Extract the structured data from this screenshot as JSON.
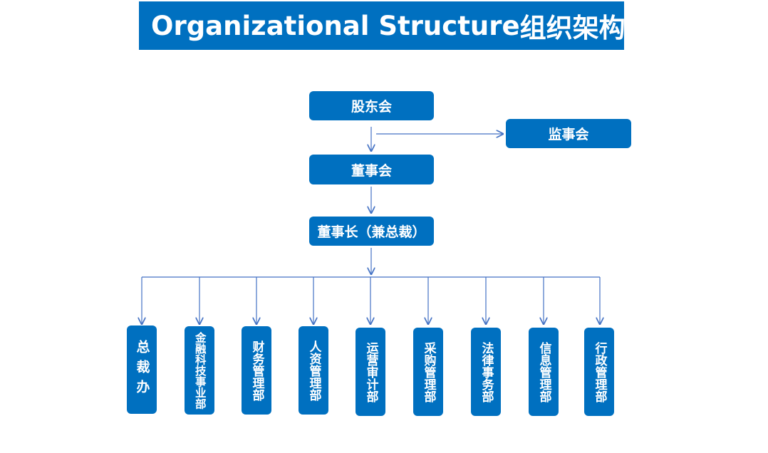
{
  "title": {
    "english": "Organizational Structure",
    "chinese": "组织架构"
  },
  "nodes": {
    "shareholders": "股东会",
    "supervisory_board": "监事会",
    "board_of_directors": "董事会",
    "chairman": "董事长（兼总裁）"
  },
  "departments": [
    "总裁办",
    "金融科技事业部",
    "财务管理部",
    "人资管理部",
    "运营审计部",
    "采购管理部",
    "法律事务部",
    "信息管理部",
    "行政管理部"
  ],
  "colors": {
    "box_fill": "#0070c0",
    "connector": "#4472c4",
    "text": "#ffffff"
  }
}
